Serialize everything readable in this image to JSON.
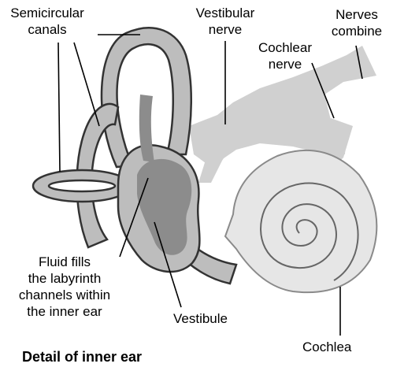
{
  "labels": {
    "semicircular_canals": [
      "Semicircular",
      "canals"
    ],
    "vestibular_nerve": [
      "Vestibular",
      "nerve"
    ],
    "nerves_combine": [
      "Nerves",
      "combine"
    ],
    "cochlear_nerve": [
      "Cochlear",
      "nerve"
    ],
    "fluid_fills": [
      "Fluid fills",
      "the labyrinth",
      "channels within",
      "the inner ear"
    ],
    "vestibule": "Vestibule",
    "cochlea": "Cochlea"
  },
  "caption": "Detail of inner ear",
  "colors": {
    "outline": "#333333",
    "canal_fill": "#bdbdbd",
    "fluid": "#8c8c8c",
    "nerve": "#d0d0d0",
    "cochlea_fill": "#e6e6e6"
  }
}
